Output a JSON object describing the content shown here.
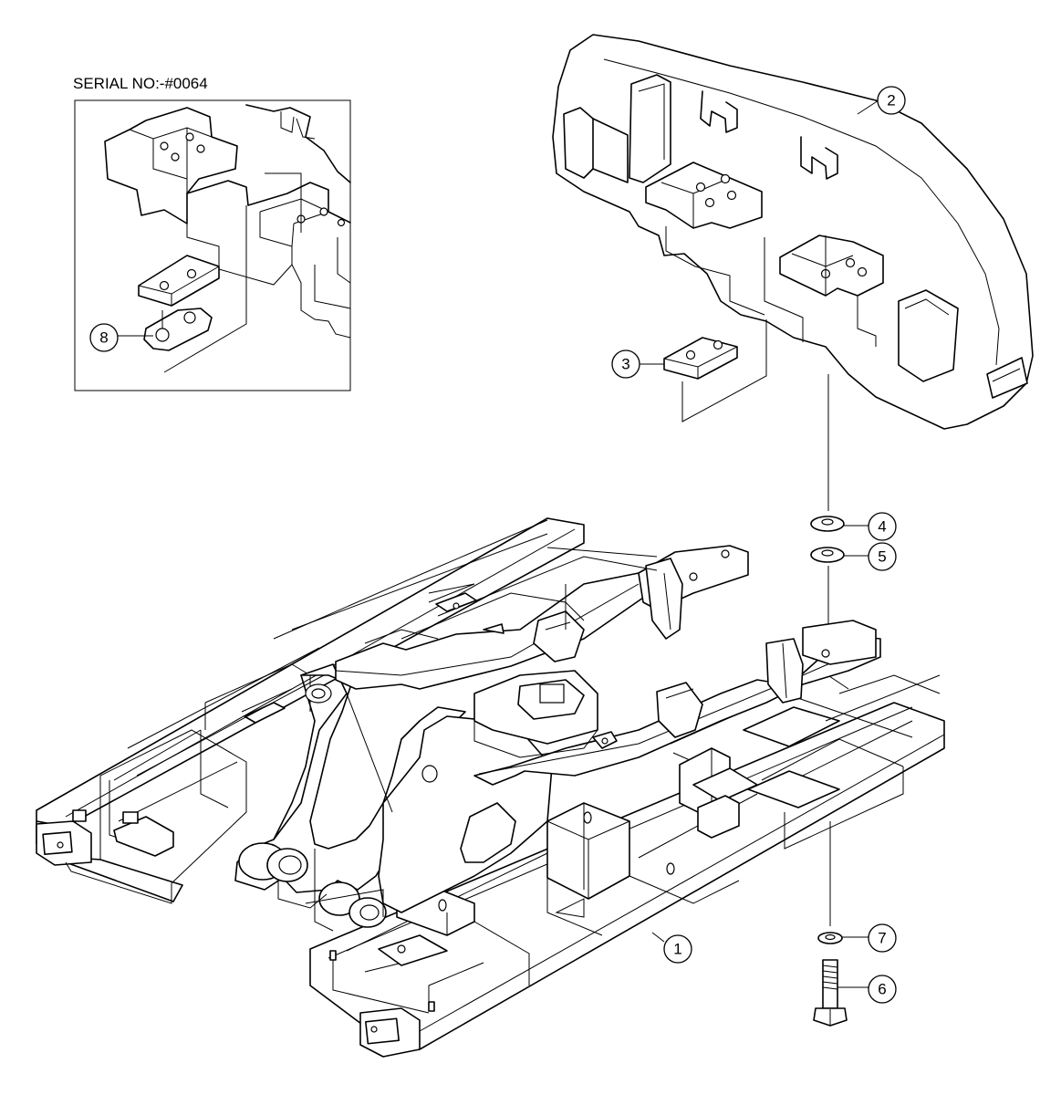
{
  "inset": {
    "serial_label": "SERIAL NO:-#0064"
  },
  "callouts": [
    {
      "id": "1",
      "label": "1",
      "part": "upper-frame"
    },
    {
      "id": "2",
      "label": "2",
      "part": "counterweight"
    },
    {
      "id": "3",
      "label": "3",
      "part": "plate"
    },
    {
      "id": "4",
      "label": "4",
      "part": "washer-upper"
    },
    {
      "id": "5",
      "label": "5",
      "part": "washer-lower"
    },
    {
      "id": "6",
      "label": "6",
      "part": "bolt"
    },
    {
      "id": "7",
      "label": "7",
      "part": "nut-washer"
    },
    {
      "id": "8",
      "label": "8",
      "part": "plate-inset"
    }
  ]
}
